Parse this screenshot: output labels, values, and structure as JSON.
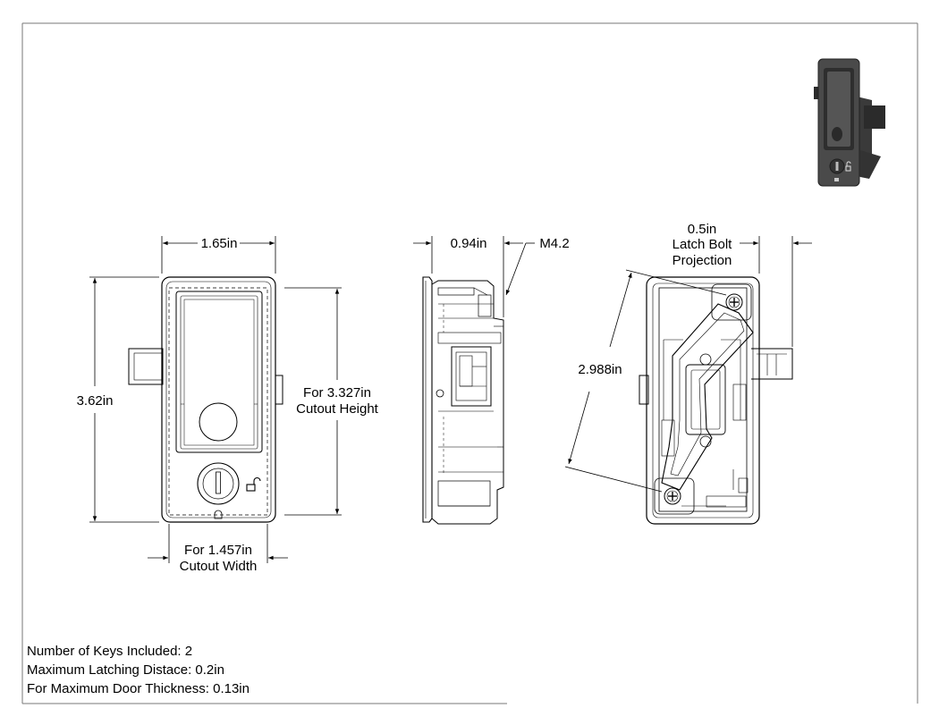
{
  "dimensions": {
    "front_width": "1.65in",
    "front_height": "3.62in",
    "cutout_height_line1": "For 3.327in",
    "cutout_height_line2": "Cutout Height",
    "cutout_width_line1": "For 1.457in",
    "cutout_width_line2": "Cutout Width",
    "side_depth": "0.94in",
    "screw_thread": "M4.2",
    "back_diagonal": "2.988in",
    "latch_value": "0.5in",
    "latch_line2": "Latch Bolt",
    "latch_line3": "Projection"
  },
  "notes": [
    "Number of Keys Included: 2",
    "Maximum Latching Distace: 0.2in",
    "For Maximum Door Thickness: 0.13in"
  ],
  "colors": {
    "line": "#000000",
    "thumbnail_body": "#4a4a4a",
    "thumbnail_dark": "#2b2b2b"
  },
  "icons": [
    "unlock-icon",
    "keyhole-icon",
    "screw-icon"
  ]
}
